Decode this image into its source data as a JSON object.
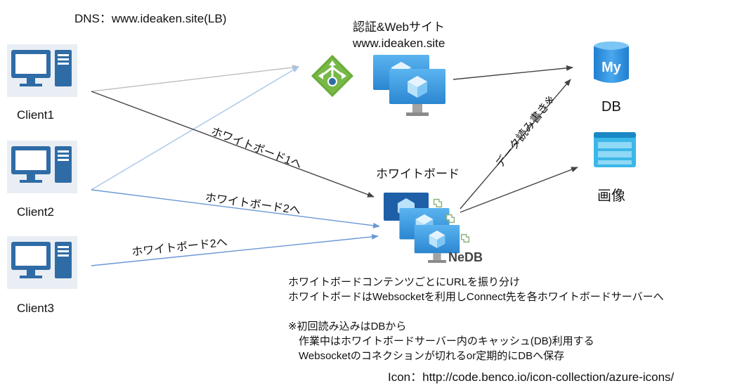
{
  "dns_label": "DNS：www.ideaken.site(LB)",
  "auth_site": {
    "title": "認証&Webサイト",
    "url": "www.ideaken.site"
  },
  "clients": [
    {
      "label": "Client1"
    },
    {
      "label": "Client2"
    },
    {
      "label": "Client3"
    }
  ],
  "edges": {
    "to_whiteboard1": "ホワイトボード1へ",
    "to_whiteboard2_a": "ホワイトボード2へ",
    "to_whiteboard2_b": "ホワイトボード2へ",
    "data_rw": "データ読み書き※"
  },
  "whiteboard": {
    "title": "ホワイトボード",
    "nedb": "NeDB"
  },
  "db": {
    "label": "DB",
    "icon": "mysql-database-icon",
    "mark": "My"
  },
  "images": {
    "label": "画像",
    "icon": "storage-icon"
  },
  "notes": [
    "ホワイトボードコンテンツごとにURLを振り分け",
    "ホワイトボードはWebsocketを利用しConnect先を各ホワイトボードサーバーへ",
    "",
    "※初回読み込みはDBから",
    "　作業中はホワイトボードサーバー内のキャッシュ(DB)利用する",
    "　Websocketのコネクションが切れるor定期的にDBへ保存"
  ],
  "icon_credit": "Icon：http://code.benco.io/icon-collection/azure-icons/",
  "colors": {
    "monitor": "#2f6ca6",
    "vm_blue": "#3b9be0",
    "lb_green": "#6aab3a",
    "arrow_gray": "#bdbdbd",
    "arrow_dark": "#444444",
    "arrow_blue": "#6b98d6",
    "arrow_lightblue": "#a9c5ea"
  }
}
